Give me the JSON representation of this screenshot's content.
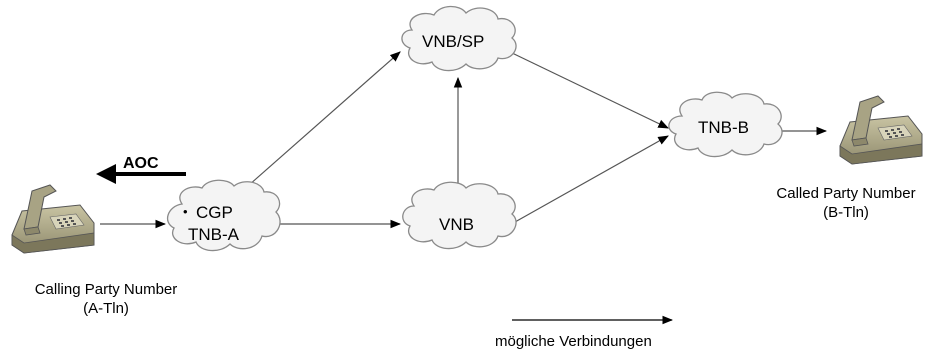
{
  "nodes": {
    "vnb_sp": {
      "label": "VNB/SP"
    },
    "tnb_b": {
      "label": "TNB-B"
    },
    "vnb": {
      "label": "VNB"
    },
    "tnb_a": {
      "bullet": "•",
      "line1": "CGP",
      "line2": "TNB-A"
    }
  },
  "aoc": {
    "label": "AOC"
  },
  "calling": {
    "line1": "Calling Party Number",
    "line2": "(A-Tln)"
  },
  "called": {
    "line1": "Called Party Number",
    "line2": "(B-Tln)"
  },
  "legend": {
    "label": "mögliche Verbindungen"
  },
  "colors": {
    "cloud_fill": "#f4f4f4",
    "cloud_stroke": "#8a8a8a",
    "phone_body": "#b5b090",
    "edge": "#555555"
  },
  "icons": [
    "telephone-icon",
    "cloud-shape"
  ]
}
